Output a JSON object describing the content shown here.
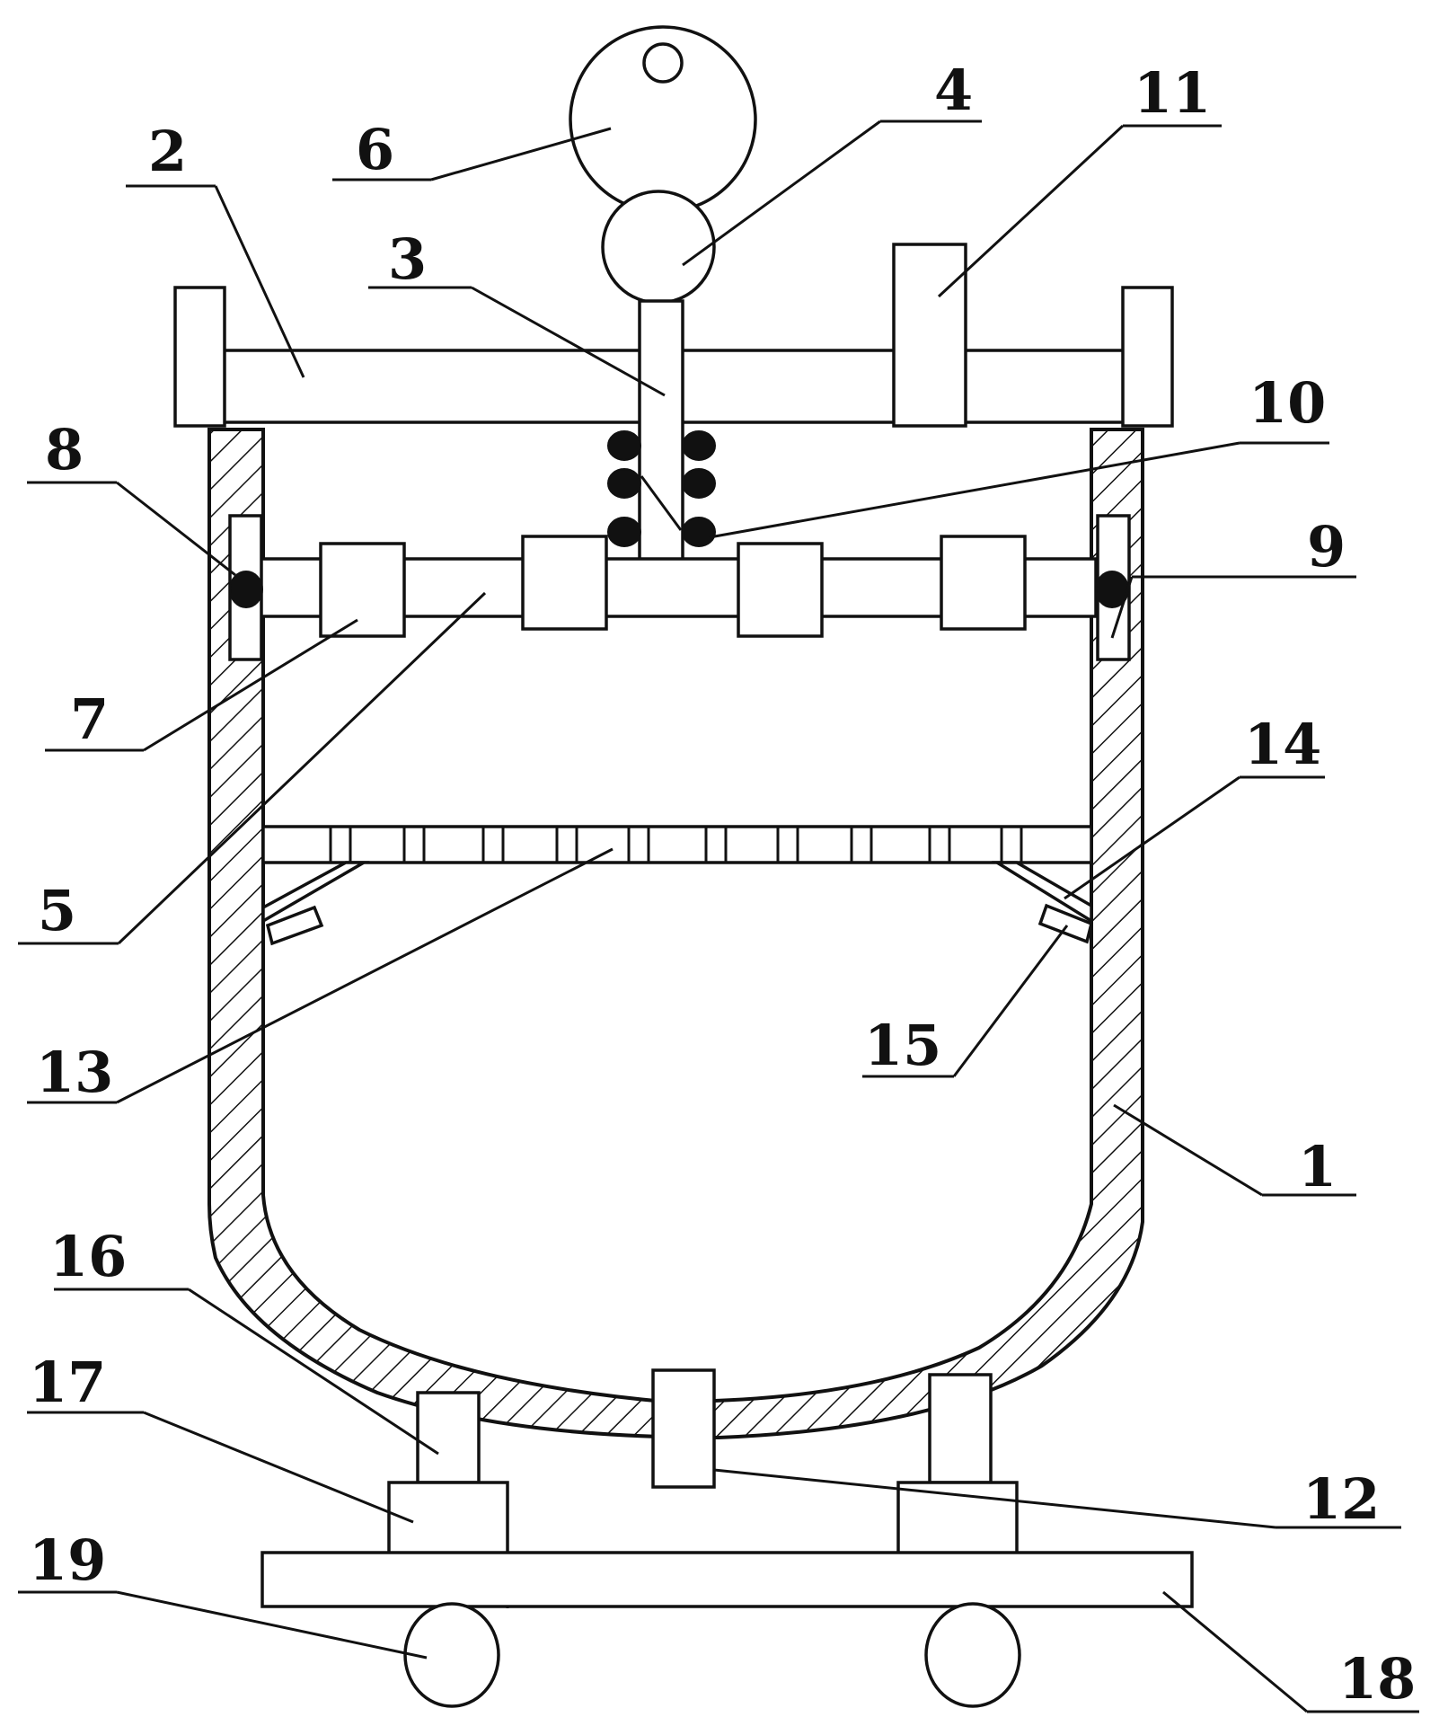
{
  "labels": {
    "n1": "1",
    "n2": "2",
    "n3": "3",
    "n4": "4",
    "n5": "5",
    "n6": "6",
    "n7": "7",
    "n8": "8",
    "n9": "9",
    "n10": "10",
    "n11": "11",
    "n12": "12",
    "n13": "13",
    "n14": "14",
    "n15": "15",
    "n16": "16",
    "n17": "17",
    "n18": "18",
    "n19": "19"
  },
  "colors": {
    "ink": "#111111",
    "background": "#ffffff"
  }
}
